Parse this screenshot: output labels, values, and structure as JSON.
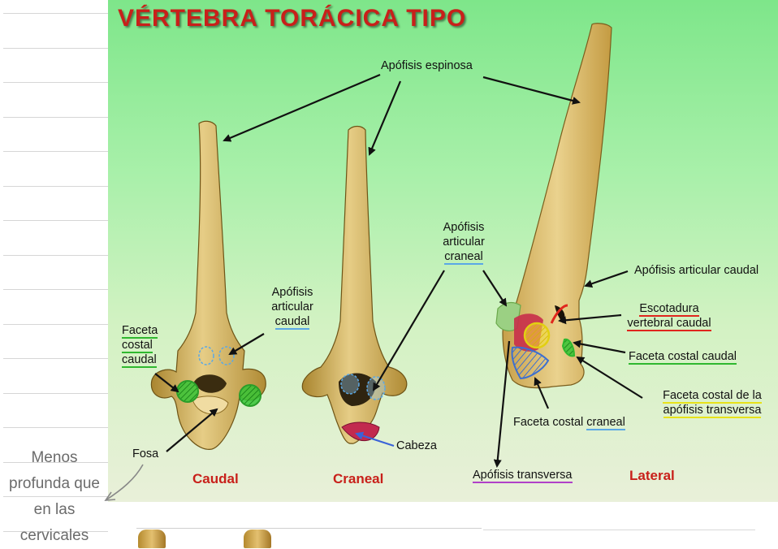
{
  "slide": {
    "title": "VÉRTEBRA  TORÁCICA  TIPO",
    "labels": {
      "apofisis_espinosa": "Apófisis espinosa",
      "apofisis_articular_caudal_left": [
        "Apófisis",
        "articular",
        "caudal"
      ],
      "faceta_costal_caudal_left": [
        "Faceta",
        "costal",
        "caudal"
      ],
      "fosa": "Fosa",
      "apofisis_articular_craneal": [
        "Apófisis",
        "articular",
        "craneal"
      ],
      "cabeza": "Cabeza",
      "apofisis_articular_caudal_right": "Apófisis articular caudal",
      "escotadura": [
        "Escotadura",
        "vertebral caudal"
      ],
      "faceta_costal_caudal_right": "Faceta costal caudal",
      "faceta_costal_apofisis": [
        "Faceta costal de la",
        "apófisis transversa"
      ],
      "faceta_costal_craneal": [
        "Faceta costal ",
        "craneal"
      ],
      "apofisis_transversa": "Apófisis transversa"
    },
    "views": {
      "caudal": "Caudal",
      "craneal": "Craneal",
      "lateral": "Lateral"
    }
  },
  "notes": {
    "handwritten": [
      "Menos",
      "profunda que",
      "en las",
      "cervicales"
    ]
  },
  "colors": {
    "title_red": "#c8201a",
    "underline_blue": "#5aa8e6",
    "underline_green": "#2fb82f",
    "underline_red": "#e0261d",
    "underline_yellow": "#e8e21a",
    "underline_purple": "#b040c8",
    "bone": "#d8b865"
  }
}
